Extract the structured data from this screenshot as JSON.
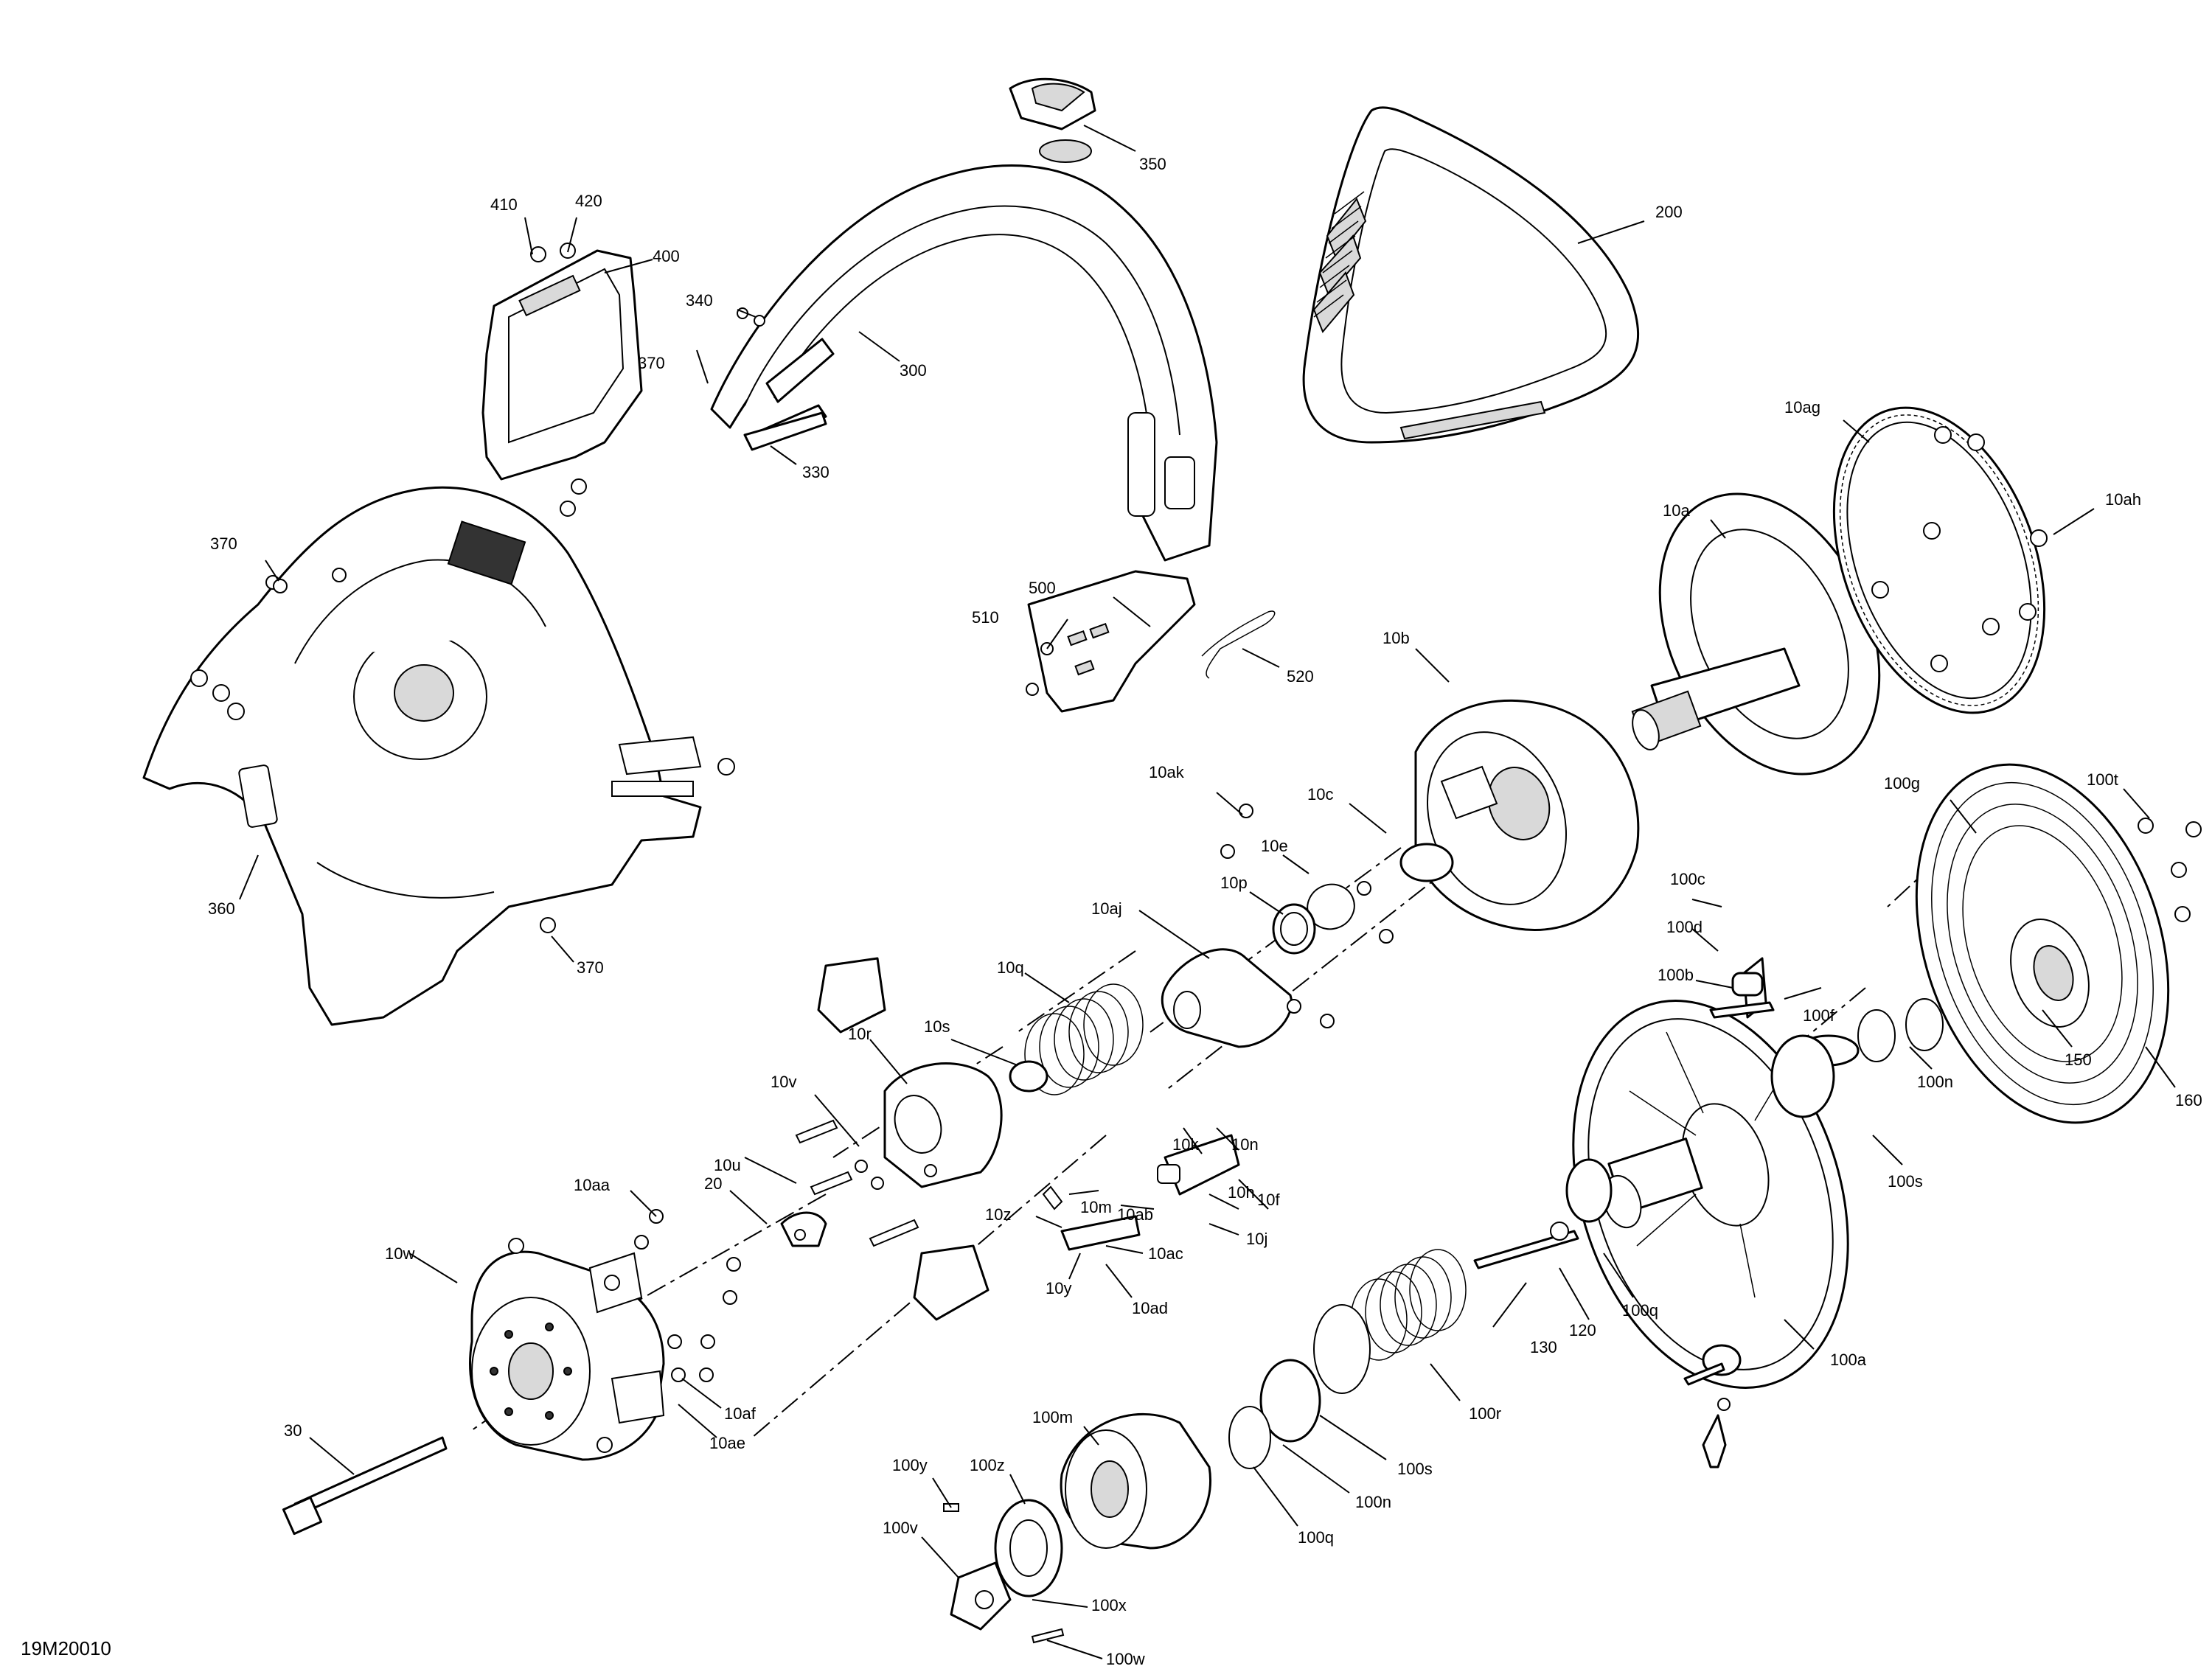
{
  "diagram": {
    "reference_code": "19M20010",
    "callouts": [
      {
        "id": "350",
        "label": "350"
      },
      {
        "id": "200",
        "label": "200"
      },
      {
        "id": "410",
        "label": "410"
      },
      {
        "id": "420",
        "label": "420"
      },
      {
        "id": "400",
        "label": "400"
      },
      {
        "id": "340",
        "label": "340"
      },
      {
        "id": "300",
        "label": "300"
      },
      {
        "id": "370a",
        "label": "370"
      },
      {
        "id": "330",
        "label": "330"
      },
      {
        "id": "10ag",
        "label": "10ag"
      },
      {
        "id": "10ah",
        "label": "10ah"
      },
      {
        "id": "370b",
        "label": "370"
      },
      {
        "id": "10a",
        "label": "10a"
      },
      {
        "id": "500",
        "label": "500"
      },
      {
        "id": "510",
        "label": "510"
      },
      {
        "id": "520",
        "label": "520"
      },
      {
        "id": "10b",
        "label": "10b"
      },
      {
        "id": "10ak",
        "label": "10ak"
      },
      {
        "id": "10c",
        "label": "10c"
      },
      {
        "id": "100g",
        "label": "100g"
      },
      {
        "id": "100t",
        "label": "100t"
      },
      {
        "id": "10e",
        "label": "10e"
      },
      {
        "id": "10p",
        "label": "10p"
      },
      {
        "id": "360",
        "label": "360"
      },
      {
        "id": "10aj",
        "label": "10aj"
      },
      {
        "id": "100c",
        "label": "100c"
      },
      {
        "id": "100d",
        "label": "100d"
      },
      {
        "id": "370c",
        "label": "370"
      },
      {
        "id": "10q",
        "label": "10q"
      },
      {
        "id": "100b",
        "label": "100b"
      },
      {
        "id": "100f",
        "label": "100f"
      },
      {
        "id": "10s",
        "label": "10s"
      },
      {
        "id": "10r",
        "label": "10r"
      },
      {
        "id": "150",
        "label": "150"
      },
      {
        "id": "160",
        "label": "160"
      },
      {
        "id": "100n_top",
        "label": "100n"
      },
      {
        "id": "10v",
        "label": "10v"
      },
      {
        "id": "10k",
        "label": "10k"
      },
      {
        "id": "10n",
        "label": "10n"
      },
      {
        "id": "10f",
        "label": "10f"
      },
      {
        "id": "100s_top",
        "label": "100s"
      },
      {
        "id": "10u",
        "label": "10u"
      },
      {
        "id": "10m",
        "label": "10m"
      },
      {
        "id": "10ab",
        "label": "10ab"
      },
      {
        "id": "10h",
        "label": "10h"
      },
      {
        "id": "10aa",
        "label": "10aa"
      },
      {
        "id": "20",
        "label": "20"
      },
      {
        "id": "10z",
        "label": "10z"
      },
      {
        "id": "10j",
        "label": "10j"
      },
      {
        "id": "10w",
        "label": "10w"
      },
      {
        "id": "10ac",
        "label": "10ac"
      },
      {
        "id": "10y",
        "label": "10y"
      },
      {
        "id": "120",
        "label": "120"
      },
      {
        "id": "100q_top",
        "label": "100q"
      },
      {
        "id": "10ad",
        "label": "10ad"
      },
      {
        "id": "130",
        "label": "130"
      },
      {
        "id": "100a",
        "label": "100a"
      },
      {
        "id": "10af",
        "label": "10af"
      },
      {
        "id": "10ae",
        "label": "10ae"
      },
      {
        "id": "100r",
        "label": "100r"
      },
      {
        "id": "100m",
        "label": "100m"
      },
      {
        "id": "100s_bot",
        "label": "100s"
      },
      {
        "id": "30",
        "label": "30"
      },
      {
        "id": "100z",
        "label": "100z"
      },
      {
        "id": "100y",
        "label": "100y"
      },
      {
        "id": "100n_bot",
        "label": "100n"
      },
      {
        "id": "100q_bot",
        "label": "100q"
      },
      {
        "id": "100v",
        "label": "100v"
      },
      {
        "id": "100x",
        "label": "100x"
      },
      {
        "id": "100w",
        "label": "100w"
      }
    ]
  }
}
